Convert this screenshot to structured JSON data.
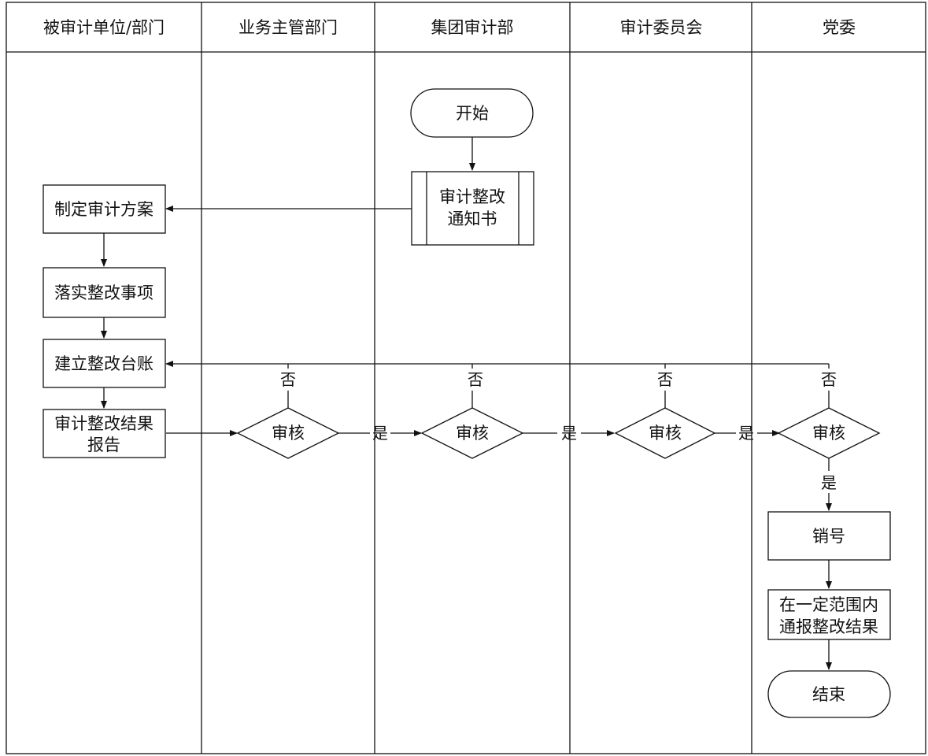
{
  "lanes": [
    {
      "label": "被审计单位/部门"
    },
    {
      "label": "业务主管部门"
    },
    {
      "label": "集团审计部"
    },
    {
      "label": "审计委员会"
    },
    {
      "label": "党委"
    }
  ],
  "nodes": {
    "start": "开始",
    "notice_line1": "审计整改",
    "notice_line2": "通知书",
    "plan": "制定审计方案",
    "implement": "落实整改事项",
    "ledger": "建立整改台账",
    "report_line1": "审计整改结果",
    "report_line2": "报告",
    "review1": "审核",
    "review2": "审核",
    "review3": "审核",
    "review4": "审核",
    "cancel": "销号",
    "notify_line1": "在一定范围内",
    "notify_line2": "通报整改结果",
    "end": "结束"
  },
  "edge_labels": {
    "yes1": "是",
    "yes2": "是",
    "yes3": "是",
    "yes4": "是",
    "no1": "否",
    "no2": "否",
    "no3": "否",
    "no4": "否"
  },
  "colors": {
    "line": "#111111",
    "background": "#ffffff"
  }
}
